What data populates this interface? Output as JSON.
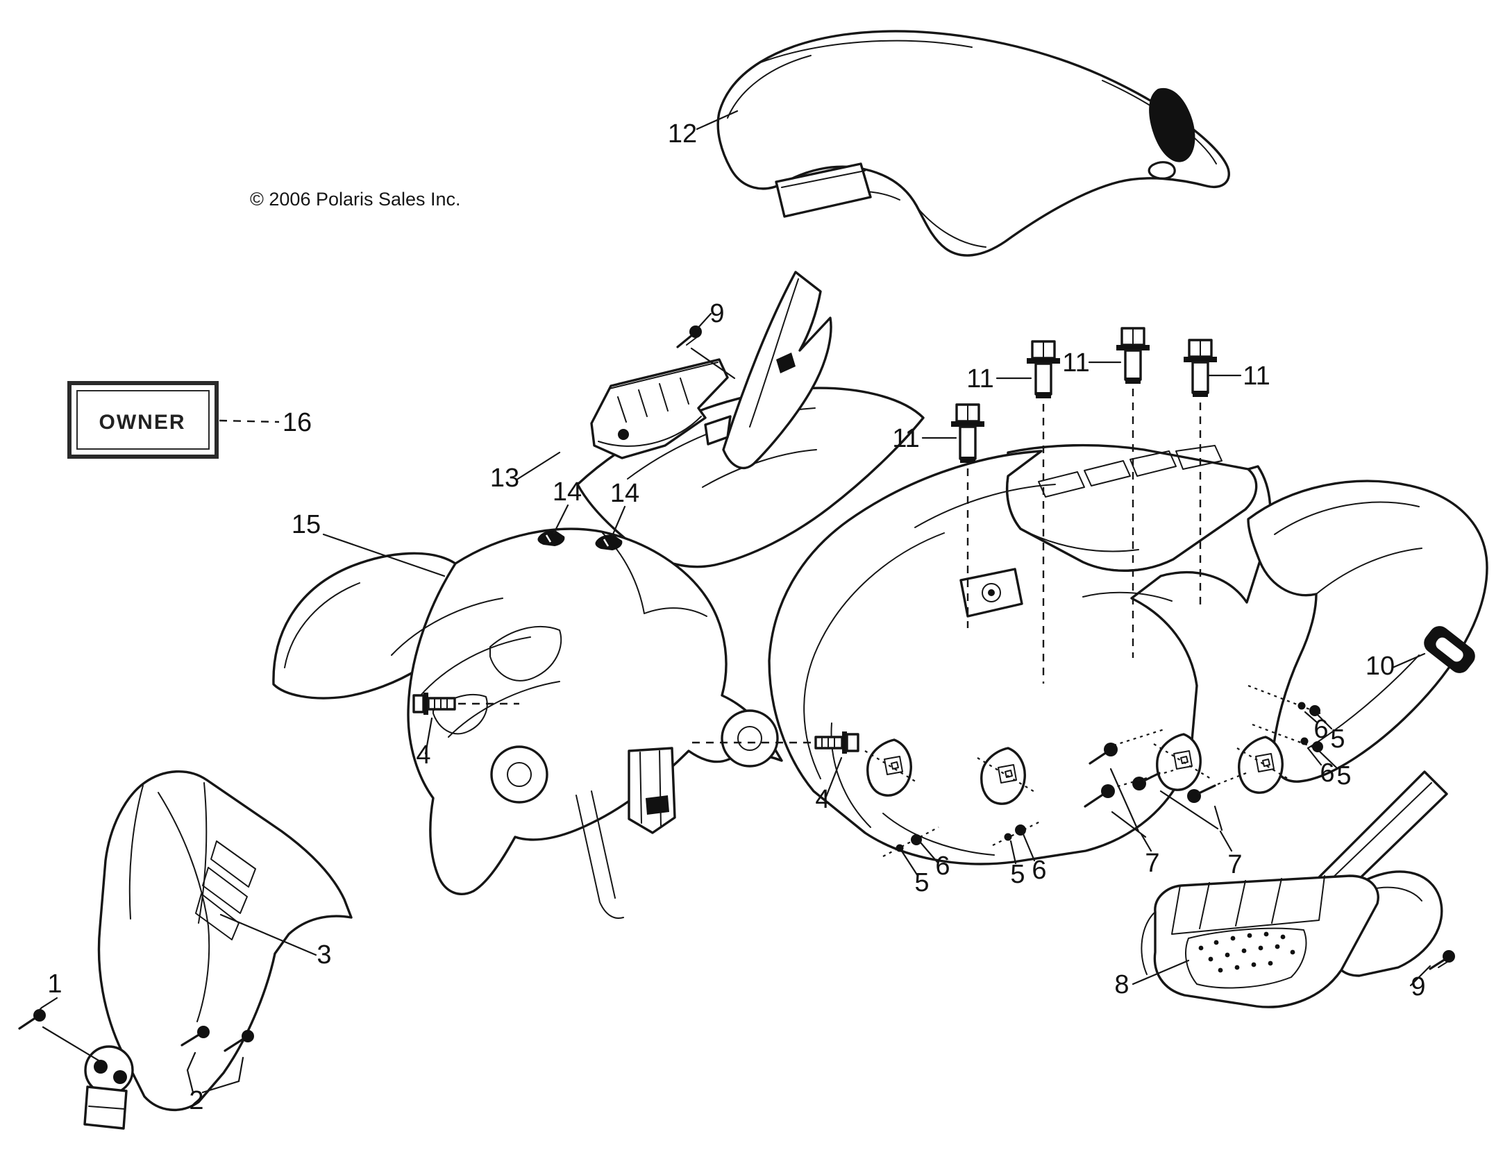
{
  "meta": {
    "copyright": "© 2006 Polaris Sales Inc."
  },
  "owner_decal": {
    "text": "OWNER"
  },
  "callouts": {
    "seat": "12",
    "screw_top": "9",
    "owner_ref": "16",
    "headlight_pod": "13",
    "clip_left": "14",
    "clip_right": "14",
    "front_fender": "15",
    "bolt_1": "11",
    "bolt_2": "11",
    "bolt_3": "11",
    "bolt_4": "11",
    "bolt_left": "4",
    "bolt_right": "4",
    "grommet": "10",
    "rivet_right1_pin": "6",
    "rivet_right1_washer": "5",
    "rivet_right2_pin": "6",
    "rivet_right2_washer": "5",
    "washer_left1": "5",
    "rivet_left1": "6",
    "washer_left2": "5",
    "rivet_left2": "6",
    "screws_left": "7",
    "screws_right": "7",
    "footwell": "8",
    "screw_bottom": "9",
    "front_fascia": "3",
    "screw_single": "1",
    "screw_pair": "2"
  }
}
